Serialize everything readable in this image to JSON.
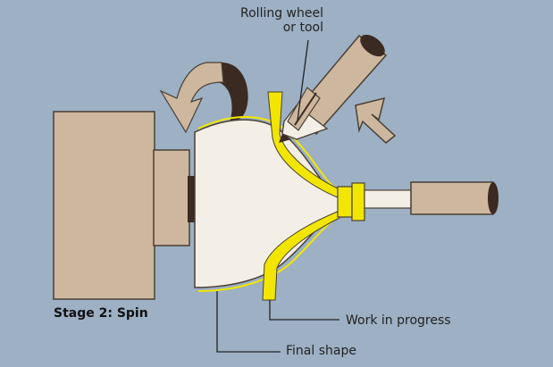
{
  "labels": {
    "rolling_line1": "Rolling wheel",
    "rolling_line2": "or tool",
    "stage": "Stage 2: Spin",
    "work_in_progress": "Work in progress",
    "final_shape": "Final shape"
  },
  "colors": {
    "background": "#9db0c4",
    "machine": "#cdb79e",
    "machine_outline": "#4a3f35",
    "mandrel": "#f4efe6",
    "workpiece": "#f2e600",
    "dark": "#3b2a22"
  },
  "icons": {
    "rotation": "curved-arrow-rotation-icon",
    "feed": "diagonal-arrow-icon"
  }
}
